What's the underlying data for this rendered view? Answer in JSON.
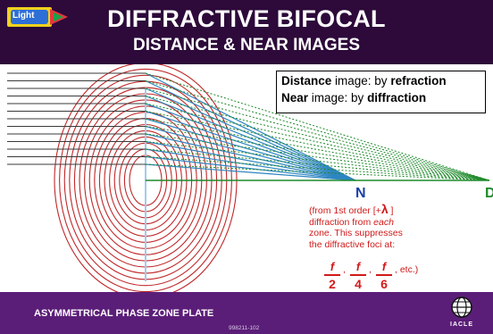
{
  "badge": {
    "label": "Light"
  },
  "header": {
    "title_line1": "DIFFRACTIVE BIFOCAL",
    "title_line2": "DISTANCE & NEAR IMAGES"
  },
  "legend": {
    "row1": {
      "bold": "Distance",
      "text": " image:  by ",
      "bold2": "refraction"
    },
    "row2": {
      "bold": "Near",
      "text": " image: by ",
      "bold2": "diffraction"
    }
  },
  "labels": {
    "near": "N",
    "distance": "D"
  },
  "note": {
    "line1_pre": "(from 1st order [+",
    "line1_symbol": "λ",
    "line1_post": " ]",
    "line2": "diffraction from ",
    "line2_em": "each",
    "line3": "zone.  This suppresses",
    "line4": "the diffractive foci at:"
  },
  "fractions": [
    {
      "num": "f",
      "den": "2"
    },
    {
      "num": "f",
      "den": "4"
    },
    {
      "num": "f",
      "den": "6"
    }
  ],
  "fraction_tail": ", etc.)",
  "footer": {
    "title": "ASYMMETRICAL PHASE ZONE PLATE",
    "code": "998211-102",
    "logo_text": "IACLE"
  },
  "colors": {
    "header_bg": "#2d0a3a",
    "footer_bg": "#5b1e78",
    "rings": "#c0282a",
    "incoming_rays": "#3a3a3a",
    "near_rays": "#2e86c1",
    "distance_rays": "#1d8a2a",
    "note_text": "#d11a1a"
  }
}
